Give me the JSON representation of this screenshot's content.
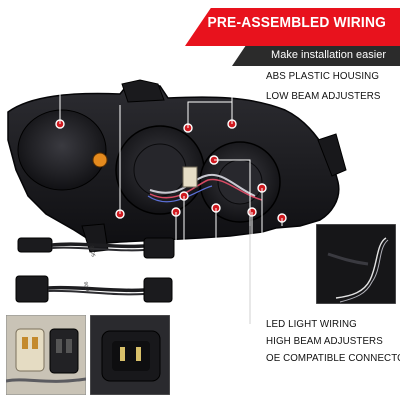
{
  "banner": {
    "title": "PRE-ASSEMBLED WIRING",
    "subtitle": "Make installation easier"
  },
  "callouts": [
    "ABS PLASTIC HOUSING",
    "LOW BEAM ADJUSTERS",
    "LED LIGHT WIRING",
    "HIGH BEAM ADJUSTERS",
    "OE COMPATIBLE CONNECTORS"
  ],
  "adapter_labels": [
    "9005",
    "9006"
  ],
  "colors": {
    "accent_red": "#e8121d",
    "banner_dark": "#2b2b2b",
    "housing": "#1c1c1f",
    "marker": "#d0191f"
  }
}
